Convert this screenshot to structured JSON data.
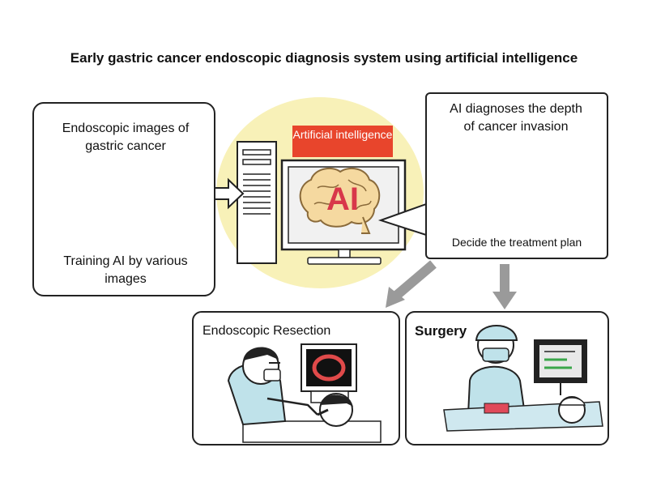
{
  "title": "Early gastric cancer endoscopic diagnosis system using artificial intelligence",
  "left_panel": {
    "heading": "Endoscopic images of gastric cancer",
    "caption": "Training AI by various images"
  },
  "center": {
    "label": "Artificial intelligence",
    "monitor_text": "AI"
  },
  "right_panel": {
    "heading": "AI diagnoses the depth of cancer invasion",
    "caption": "Decide the treatment plan"
  },
  "bottom_left": {
    "label": "Endoscopic Resection"
  },
  "bottom_right": {
    "label": "Surgery"
  },
  "colors": {
    "ai_label_bg": "#e8452c",
    "glow": "#f7f0b5",
    "tissue": "#d79aa2",
    "arrow_gray": "#9a9a9a"
  }
}
